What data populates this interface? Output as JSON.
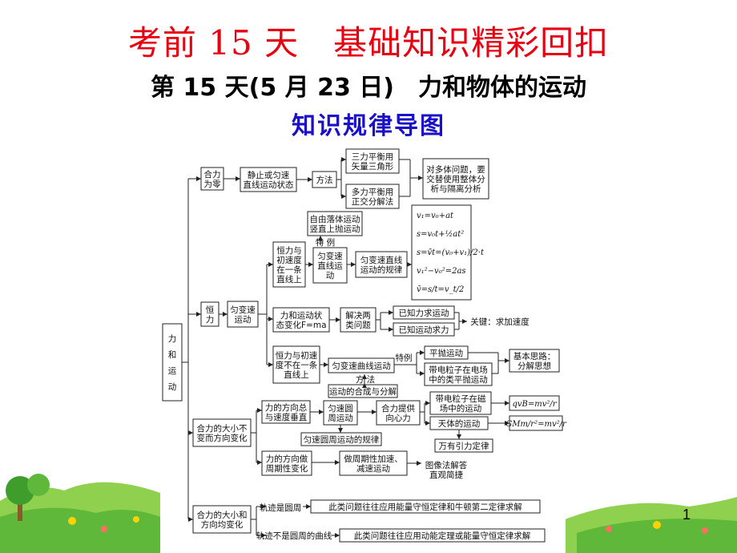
{
  "header": {
    "title": "考前 15 天　基础知识精彩回扣",
    "subtitle": "第 15 天(5 月 23 日)　力和物体的运动",
    "section": "知识规律导图"
  },
  "page_number": "1",
  "colors": {
    "title_red": "#e60012",
    "section_blue": "#1a10c8",
    "grass_green": "#6cc04a"
  },
  "mindmap": {
    "root": [
      "力",
      "和",
      "运",
      "动"
    ],
    "zero_force": [
      "合力",
      "为零"
    ],
    "static_state": [
      "静止或匀速",
      "直线运动状态"
    ],
    "method": "方法",
    "three_force": [
      "三力平衡用",
      "矢量三角形"
    ],
    "multi_force": [
      "多力平衡用",
      "正交分解法"
    ],
    "multi_body": [
      "对多体问题，要",
      "交替使用整体分",
      "析与隔离分析"
    ],
    "free_fall": [
      "自由落体运动",
      "竖直上抛运动"
    ],
    "special_case": "特 例",
    "const_force_line": [
      "恒力与",
      "初速度",
      "在一条",
      "直线上"
    ],
    "uniform_var_line": [
      "匀变速",
      "直线运",
      "动"
    ],
    "uniform_var_line_law": [
      "匀变速直线",
      "运动的规律"
    ],
    "formulas": [
      "v₁=v₀+at",
      "s=v₀t+½at²",
      "s=v̄t=(v₀+v₁)/2·t",
      "v₁²−v₀²=2as",
      "v̄=s/t=v_t/2"
    ],
    "const_force": [
      "恒",
      "力"
    ],
    "uniform_var": [
      "匀变速",
      "运动"
    ],
    "force_state_change": [
      "力和运动状",
      "态变化F=ma"
    ],
    "solve_two": [
      "解决两",
      "类问题"
    ],
    "known_force": "已知力求运动",
    "known_motion": "已知运动求力",
    "key_accel": "关键：求加速度",
    "const_force_not_line": [
      "恒力与初速",
      "度不在一条",
      "直线上"
    ],
    "curve_motion": "匀变速曲线运动",
    "special_case2": "特例",
    "projectile": "平抛运动",
    "charged_field": [
      "带电粒子在电场",
      "中的类平抛运动"
    ],
    "basic_idea": [
      "基本思路：",
      "分解思想"
    ],
    "method2": "方 法",
    "composition": "运动的合成与分解",
    "var_force": [
      "合力的大小不",
      "变而方向变化"
    ],
    "perp_force": [
      "力的方向总",
      "与速度垂直"
    ],
    "uniform_circle": [
      "匀速圆",
      "周运动"
    ],
    "centripetal": [
      "合力提供",
      "向心力"
    ],
    "charged_magnetic": [
      "带电粒子在磁",
      "场中的运动"
    ],
    "celestial": "天体的运动",
    "magnetic_formula": "qvB=mv²/r",
    "gravity_formula": "GMm/r²=mv²/r",
    "circle_law": "匀速圆周运动的规律",
    "gravitation": "万有引力定律",
    "periodic_force": [
      "力的方向做",
      "周期性变化"
    ],
    "periodic_accel": [
      "做周期性加速、",
      "减速运动"
    ],
    "image_method": [
      "图像法解答",
      "直观简捷"
    ],
    "both_change": [
      "合力的大小和",
      "方向均变化"
    ],
    "track_circle": "轨迹是圆周",
    "track_circle_note": "此类问题往往应用能量守恒定律和牛顿第二定律求解",
    "track_not_circle": "轨迹不是圆周的曲线",
    "track_not_circle_note": "此类问题往往应用动能定理或能量守恒定律求解"
  }
}
